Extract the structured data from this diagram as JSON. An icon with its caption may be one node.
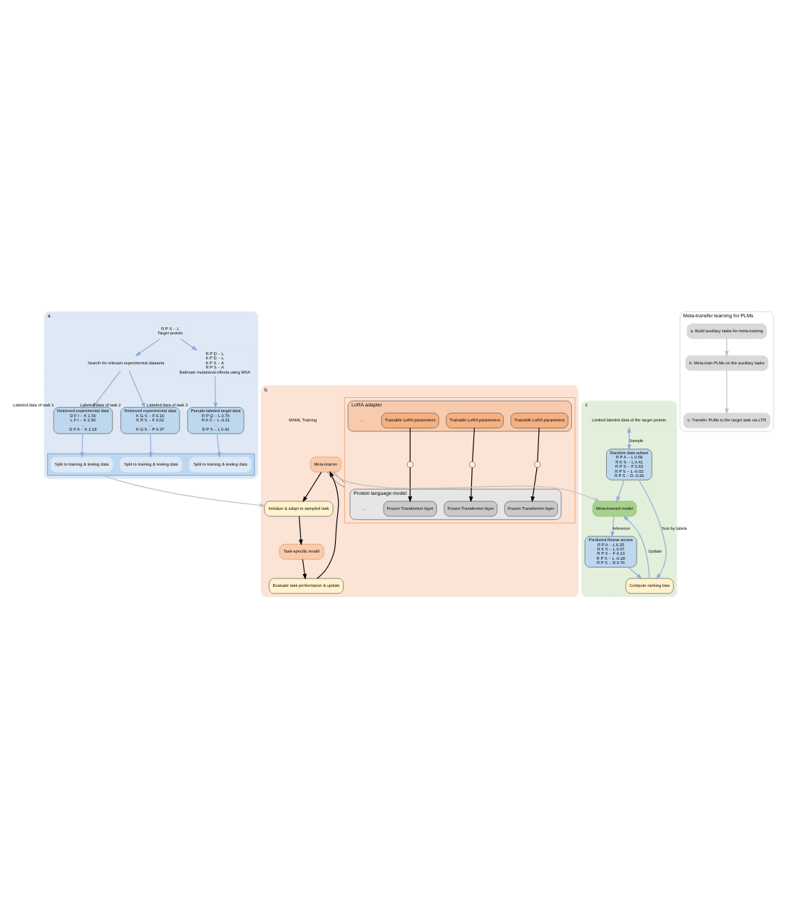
{
  "diagram": {
    "nodes": [
      {
        "text": [
          "a"
        ]
      },
      {
        "text": [
          "R P S ·· L",
          "Target protein"
        ],
        "in": 0
      },
      {
        "text": [
          "Search for relevant experimental datasets"
        ],
        "in": 0
      },
      {
        "text": [
          "R P D ·· L",
          "K P D ·· L",
          "K P S ·· A",
          "R P S ·· A",
          "Estimate mutational effects using MSA"
        ],
        "in": 0
      },
      {
        "text": [
          "Retrieved experimental data",
          "D F I ·· K 1.56",
          "L F I ·· K 2.30",
          "...",
          "D F A ·· K 2.18"
        ],
        "beside": [
          "Labeled data of task 1"
        ],
        "in": 0
      },
      {
        "text": [
          "Retrieved experimental data",
          "K G S ·· F 0.16",
          "K R S ·· F 0.02",
          "...",
          "K G S ·· P 0.37"
        ],
        "beside": [
          "Labeled data of task 2"
        ],
        "in": 0
      },
      {
        "text": [
          "Pseudo-labeled target data",
          "R P Q ·· L 0.76",
          "R A S ·· L -0.21",
          "...",
          "D P S ·· L 0.42"
        ],
        "beside": [
          "Labeled data of task 3"
        ],
        "in": 0
      },
      {
        "text": [],
        "shape": "box",
        "in": 0
      },
      {
        "text": [
          "Split to training & testing data"
        ],
        "in": 7
      },
      {
        "text": [
          "Split to training & testing data"
        ],
        "in": 7
      },
      {
        "text": [
          "Split to training & testing data"
        ],
        "in": 7
      },
      {
        "text": [
          "Meta-transfer learning for PLMs"
        ]
      },
      {
        "text": [
          "a. Build auxiliary tasks for meta-training"
        ],
        "in": 11
      },
      {
        "text": [
          "b. Meta-train PLMs on the auxiliary tasks"
        ],
        "in": 11
      },
      {
        "text": [
          "c. Transfer PLMs to the target task via LTR"
        ],
        "in": 11
      },
      {
        "text": [
          "b"
        ]
      },
      {
        "text": [],
        "shape": "box",
        "in": 15
      },
      {
        "text": [
          "Protein language model"
        ],
        "in": 16
      },
      {
        "text": [
          "Frozen Transformer layer"
        ],
        "in": 17
      },
      {
        "text": [
          "Frozen Transformer layer"
        ],
        "in": 17
      },
      {
        "text": [
          "Frozen Transformer layer"
        ],
        "in": 17
      },
      {
        "text": [
          "LoRA adapter"
        ],
        "in": 16
      },
      {
        "text": [
          "Trainable LoRA parameters"
        ],
        "in": 21
      },
      {
        "text": [
          "Trainable LoRA parameters"
        ],
        "in": 21
      },
      {
        "text": [
          "Trainable LoRA parameters"
        ],
        "in": 21
      },
      {
        "text": [],
        "shape": "circle",
        "in": 16
      },
      {
        "text": [],
        "shape": "circle",
        "in": 16
      },
      {
        "text": [],
        "shape": "circle",
        "in": 16
      },
      {
        "text": [
          "Meta-learner"
        ],
        "in": 15
      },
      {
        "text": [
          "Initialize & adapt to sampled task"
        ],
        "in": 15
      },
      {
        "text": [
          "Task-specific model"
        ],
        "in": 15
      },
      {
        "text": [
          "Evaluate task performance & update"
        ],
        "in": 15
      },
      {
        "text": [
          "c"
        ]
      },
      {
        "text": [
          "Limited labeled data of the target protein"
        ],
        "in": 32
      },
      {
        "text": [
          "Random data subset",
          "R P A ·· L 0.58",
          "R K S ·· L 0.41",
          "R P S ·· F 0.33",
          "R P S ·· L -0.02",
          "R P S ·· D -0.26"
        ],
        "in": 32
      },
      {
        "text": [
          "Meta-learned model"
        ],
        "in": 32
      },
      {
        "text": [
          "Compute ranking loss"
        ],
        "in": 32
      },
      {
        "text": [
          "Predicted fitness scores",
          "R P A ·· L 0.25",
          "R K S ·· L 0.47",
          "R P S ·· F 0.13",
          "R P S ·· L -0.28",
          "R P S ·· D 0.76"
        ],
        "in": 32
      }
    ],
    "edges": [
      {
        "from": 1,
        "to": 2,
        "arrow": "to"
      },
      {
        "from": 1,
        "to": 3,
        "arrow": "to"
      },
      {
        "from": 2,
        "to": 4,
        "arrow": "to"
      },
      {
        "from": 2,
        "to": 5,
        "arrow": "to"
      },
      {
        "from": 3,
        "to": 6,
        "arrow": "to"
      },
      {
        "from": 4,
        "to": 8,
        "arrow": "to"
      },
      {
        "from": 5,
        "to": 9,
        "arrow": "to"
      },
      {
        "from": 6,
        "to": 10,
        "arrow": "to"
      },
      {
        "from": 12,
        "to": 13,
        "arrow": "to",
        "color": "#bfbfbf"
      },
      {
        "from": 13,
        "to": 14,
        "arrow": "to",
        "color": "#bfbfbf"
      },
      {
        "from": 7,
        "to": 29,
        "arrow": "to",
        "color": "#bfbfbf"
      },
      {
        "from": 22,
        "to": 25,
        "arrow": "none",
        "color": "#000000"
      },
      {
        "from": 25,
        "to": 18,
        "arrow": "to",
        "color": "#000000"
      },
      {
        "from": 23,
        "to": 26,
        "arrow": "none",
        "color": "#000000"
      },
      {
        "from": 26,
        "to": 19,
        "arrow": "to",
        "color": "#000000"
      },
      {
        "from": 24,
        "to": 27,
        "arrow": "none",
        "color": "#000000"
      },
      {
        "from": 27,
        "to": 20,
        "arrow": "to",
        "color": "#000000"
      },
      {
        "from": 28,
        "to": 16,
        "arrow": "none",
        "style": "dashed",
        "color": "#000000"
      },
      {
        "from": 28,
        "to": 16,
        "arrow": "none",
        "style": "dashed",
        "color": "#000000"
      },
      {
        "from": 28,
        "to": 29,
        "arrow": "to",
        "color": "#000000"
      },
      {
        "from": 29,
        "to": 30,
        "arrow": "to",
        "color": "#000000"
      },
      {
        "from": 30,
        "to": 31,
        "arrow": "to",
        "color": "#000000"
      },
      {
        "from": 31,
        "to": 28,
        "arrow": "to",
        "color": "#000000"
      },
      {
        "from": 28,
        "to": 35,
        "arrow": "to",
        "color": "#bfbfbf"
      },
      {
        "from": 33,
        "to": 34,
        "arrow": "both",
        "label": "Sample"
      },
      {
        "from": 34,
        "to": 35,
        "arrow": "to"
      },
      {
        "from": 34,
        "to": 36,
        "arrow": "to",
        "label": "Sort by labels"
      },
      {
        "from": 35,
        "to": 37,
        "arrow": "to",
        "label": "Inference"
      },
      {
        "from": 37,
        "to": 36,
        "arrow": "to"
      },
      {
        "from": 36,
        "to": 35,
        "arrow": "to",
        "label": "Update"
      }
    ],
    "labels": [
      "...",
      "...",
      "MAML Training"
    ]
  }
}
